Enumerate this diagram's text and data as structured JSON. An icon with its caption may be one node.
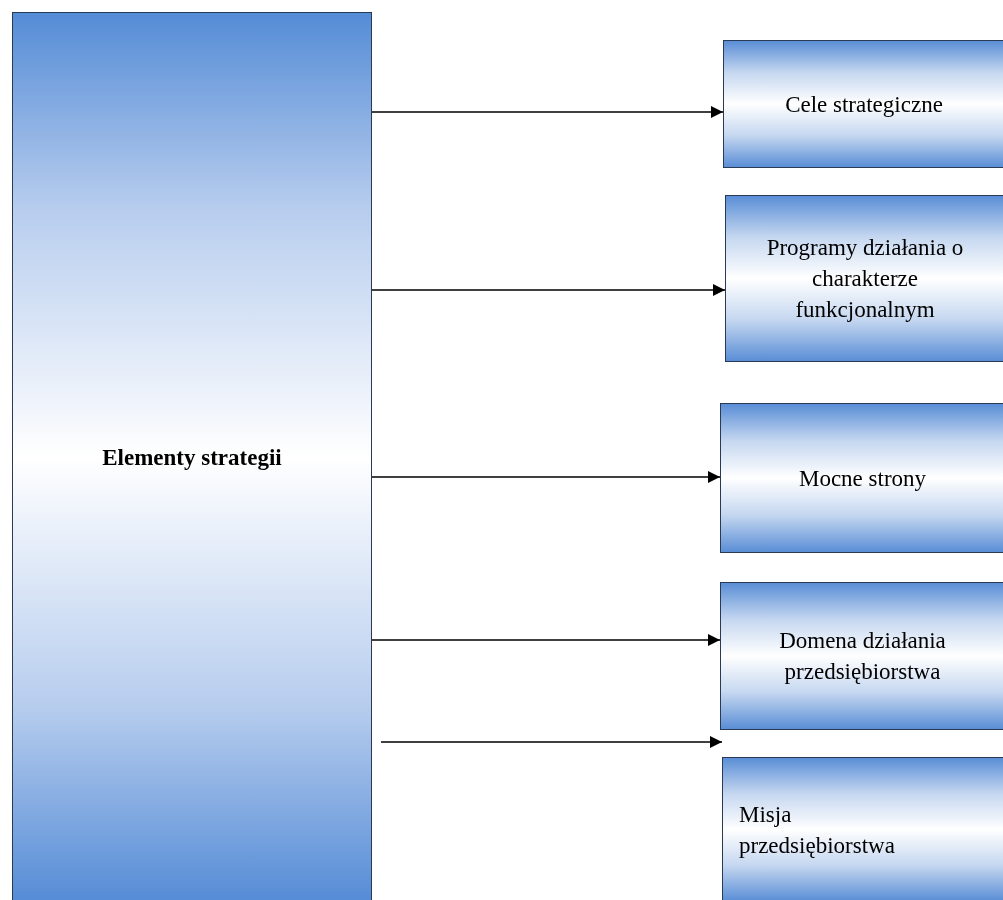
{
  "diagram": {
    "nodes": [
      {
        "text": [
          "Elementy strategii"
        ]
      },
      {
        "text": [
          "Cele strategiczne"
        ]
      },
      {
        "text": [
          "Programy działania o charakterze funkcjonalnym"
        ]
      },
      {
        "text": [
          "Mocne strony"
        ]
      },
      {
        "text": [
          "Domena działania przedsiębiorstwa"
        ]
      },
      {
        "text": [
          "Misja przedsiębiorstwa"
        ]
      }
    ],
    "edges": [
      {
        "from": 0,
        "to": 1,
        "arrow": "to"
      },
      {
        "from": 0,
        "to": 2,
        "arrow": "to"
      },
      {
        "from": 0,
        "to": 3,
        "arrow": "to"
      },
      {
        "from": 0,
        "to": 4,
        "arrow": "to"
      },
      {
        "from": 0,
        "to": 5,
        "arrow": "to"
      }
    ]
  }
}
